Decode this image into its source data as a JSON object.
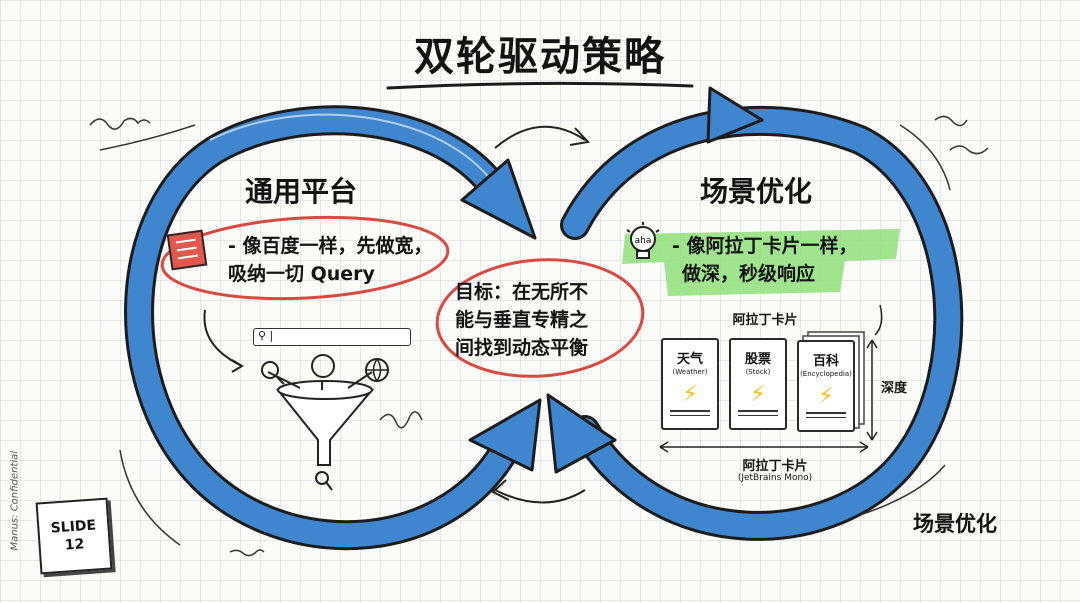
{
  "title": "双轮驱动策略",
  "left_wheel": {
    "heading": "通用平台",
    "note_line1": "- 像百度一样，先做宽，",
    "note_line2": "吸纳一切 Query"
  },
  "right_wheel": {
    "heading": "场景优化",
    "note_line1": "- 像阿拉丁卡片一样，",
    "note_line2": "做深，秒级响应",
    "bulb_text": "aha"
  },
  "center_goal": {
    "line1": "目标：在无所不",
    "line2": "能与垂直专精之",
    "line3": "间找到动态平衡"
  },
  "cards": {
    "title": "阿拉丁卡片",
    "items": [
      {
        "name": "天气",
        "sub": "(Weather)"
      },
      {
        "name": "股票",
        "sub": "(Stock)"
      },
      {
        "name": "百科",
        "sub": "(Encyclopedia)"
      }
    ],
    "depth_label": "深度",
    "axis_label": "阿拉丁卡片",
    "axis_sub": "(JetBrains Mono)"
  },
  "bottom_label": "场景优化",
  "slide": {
    "line1": "SLIDE",
    "line2": "12"
  },
  "confidential": "Manus: Confidential",
  "colors": {
    "arrow_blue": "#3f86cf",
    "arrow_outline": "#1c1c1c",
    "highlight_green": "#8fe07a",
    "loop_red": "#d9493f",
    "bolt_yellow": "#f2c21b"
  }
}
